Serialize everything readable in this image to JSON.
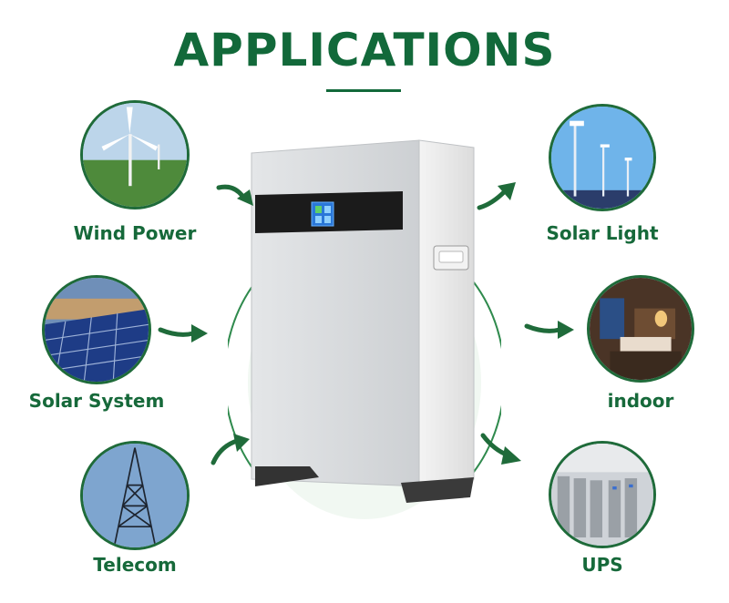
{
  "title": "APPLICATIONS",
  "accent_color": "#12693a",
  "applications": [
    {
      "label": "Wind Power",
      "icon": "wind-turbine-photo"
    },
    {
      "label": "Solar System",
      "icon": "solar-panel-photo"
    },
    {
      "label": "Telecom",
      "icon": "telecom-tower-photo"
    },
    {
      "label": "Solar Light",
      "icon": "street-light-photo"
    },
    {
      "label": "indoor",
      "icon": "hotel-room-photo"
    },
    {
      "label": "UPS",
      "icon": "server-room-photo"
    }
  ]
}
